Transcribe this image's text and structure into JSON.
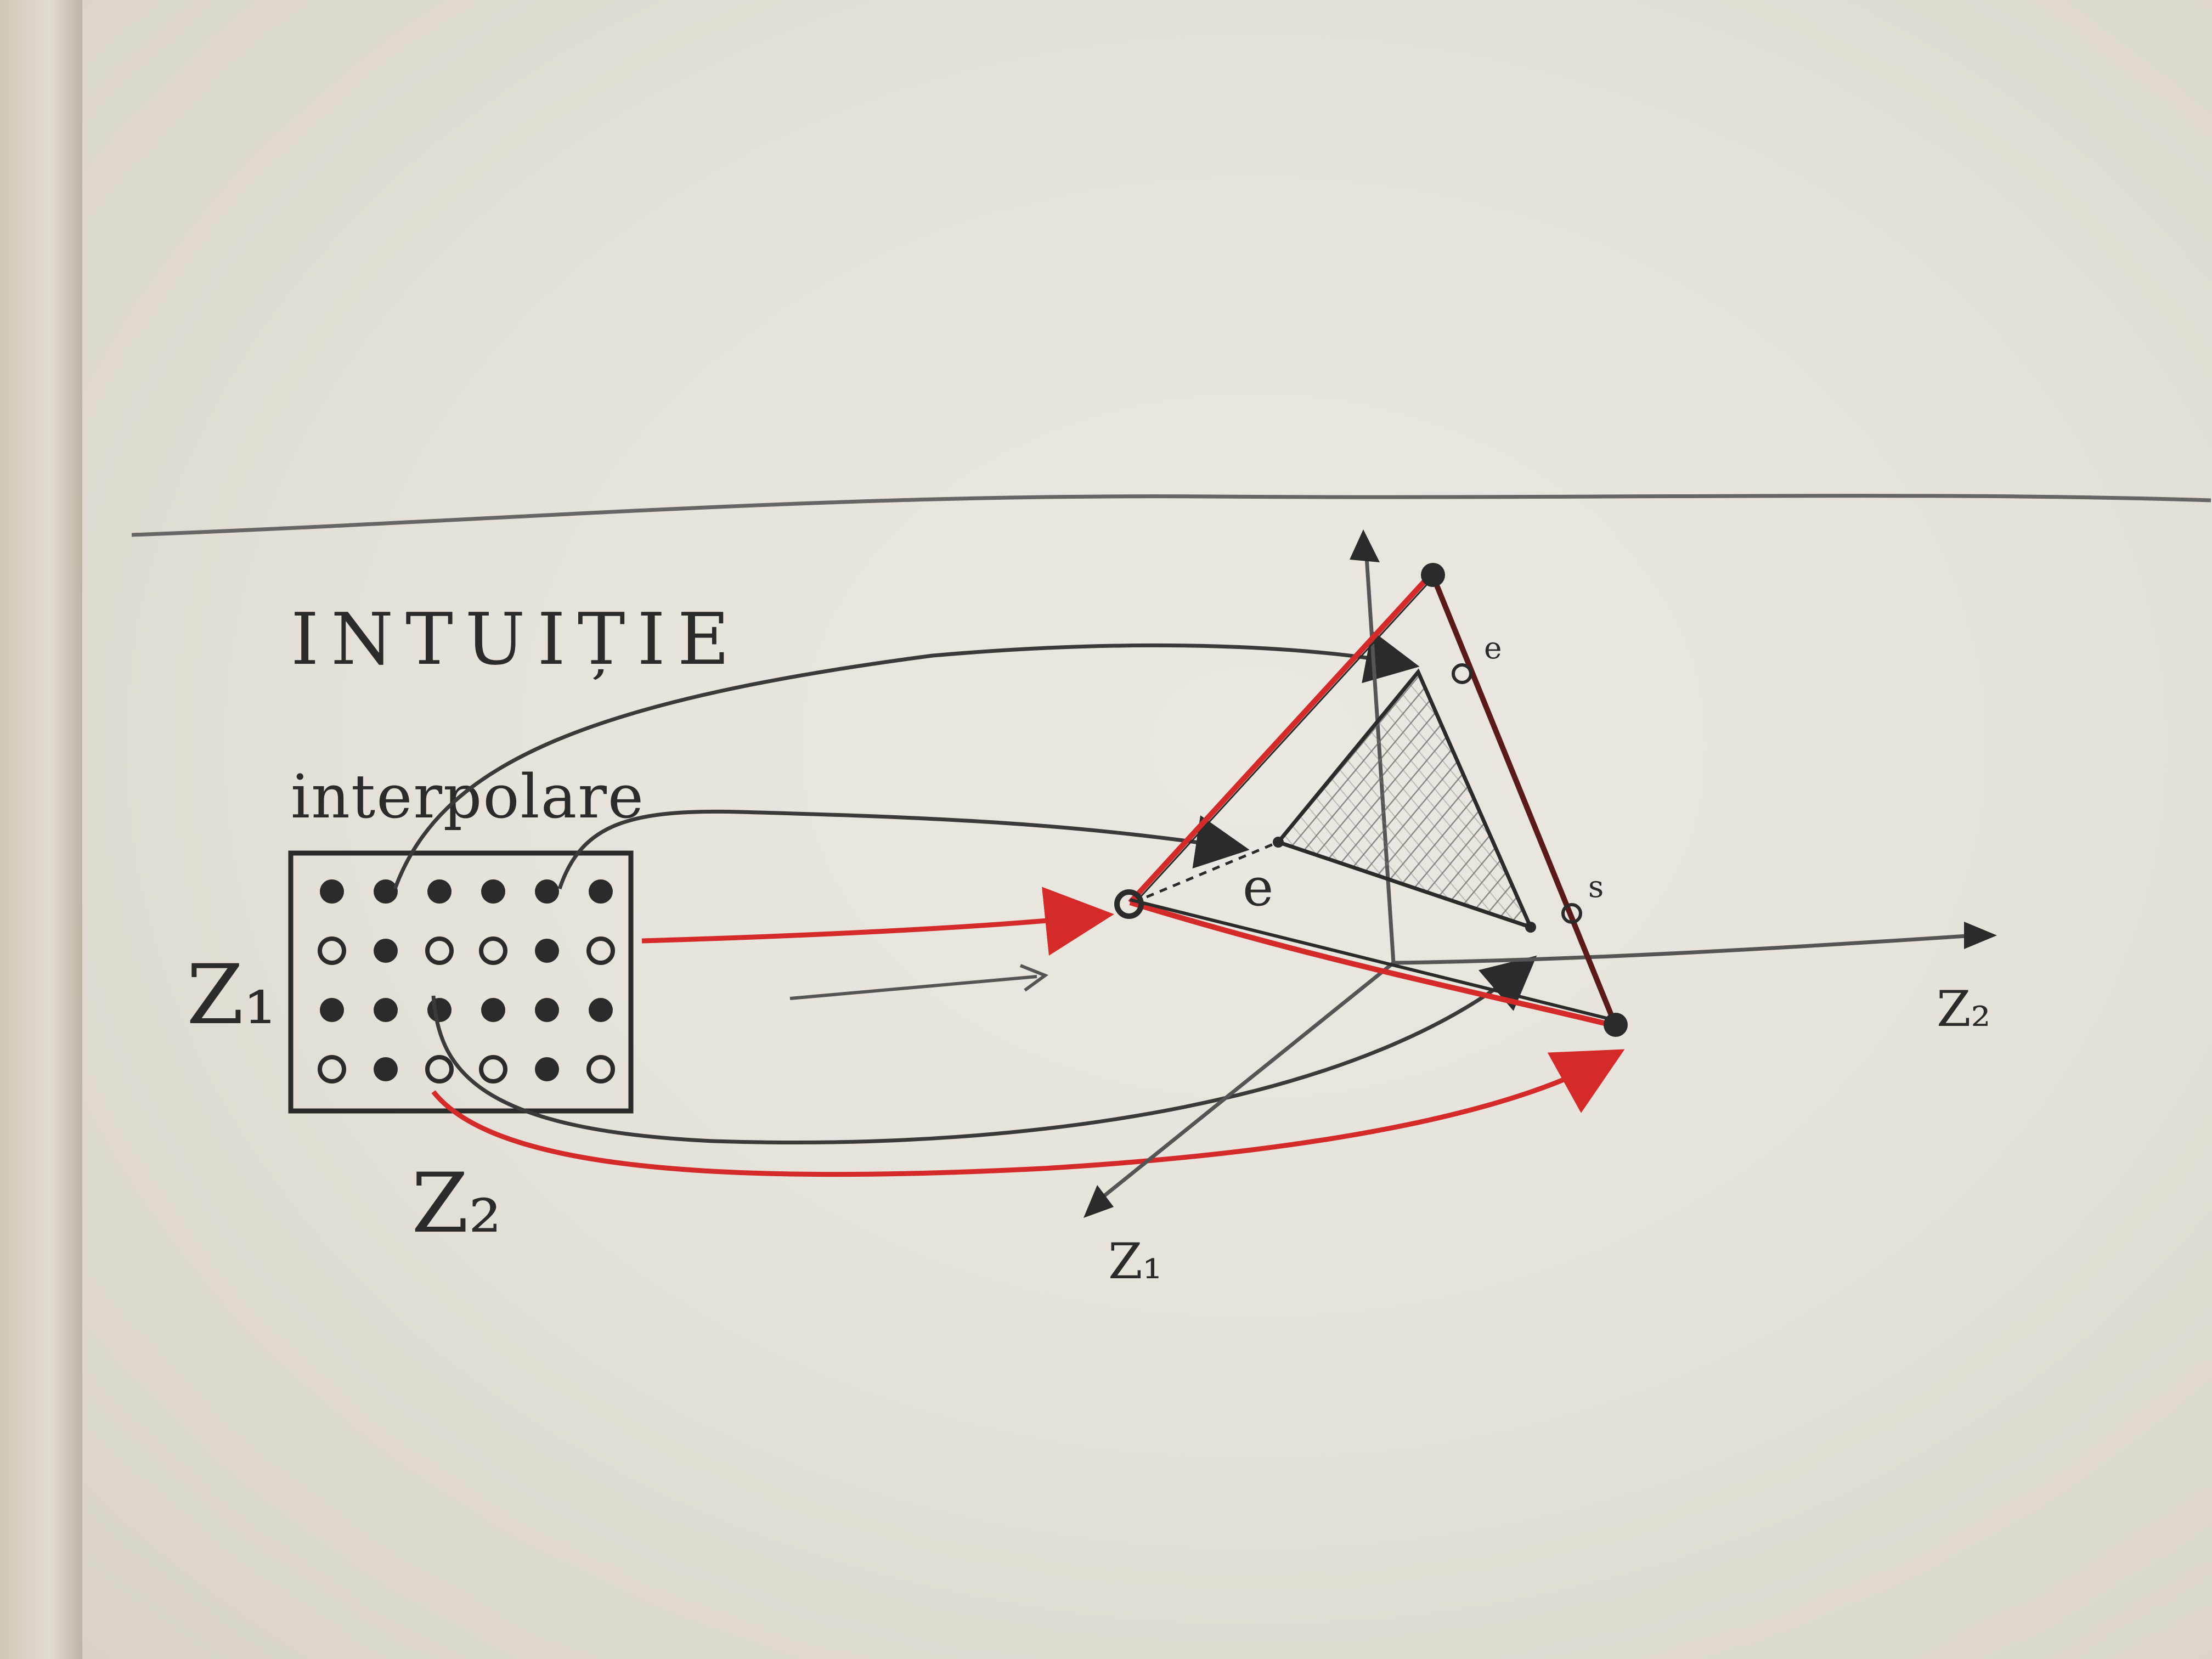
{
  "heading": "INTUIȚIE",
  "subheading": "interpolare",
  "labels": {
    "z1_grid": "Z₁",
    "z2_grid": "Z₂",
    "axis_z1": "Z₁",
    "axis_z2": "Z₂",
    "point_e": "e",
    "point_s": "s",
    "vector_e": "e"
  },
  "grid": {
    "rows": [
      [
        "filled",
        "filled",
        "filled",
        "filled",
        "filled",
        "filled"
      ],
      [
        "open",
        "filled",
        "open",
        "open",
        "filled",
        "open"
      ],
      [
        "filled",
        "filled",
        "filled",
        "filled",
        "filled",
        "filled"
      ],
      [
        "open",
        "filled",
        "open",
        "open",
        "filled",
        "open"
      ]
    ]
  },
  "colors": {
    "ink": "#2b2b2b",
    "pencil": "#555555",
    "red": "#d42a2a",
    "hatch": "#6a6a6a"
  }
}
